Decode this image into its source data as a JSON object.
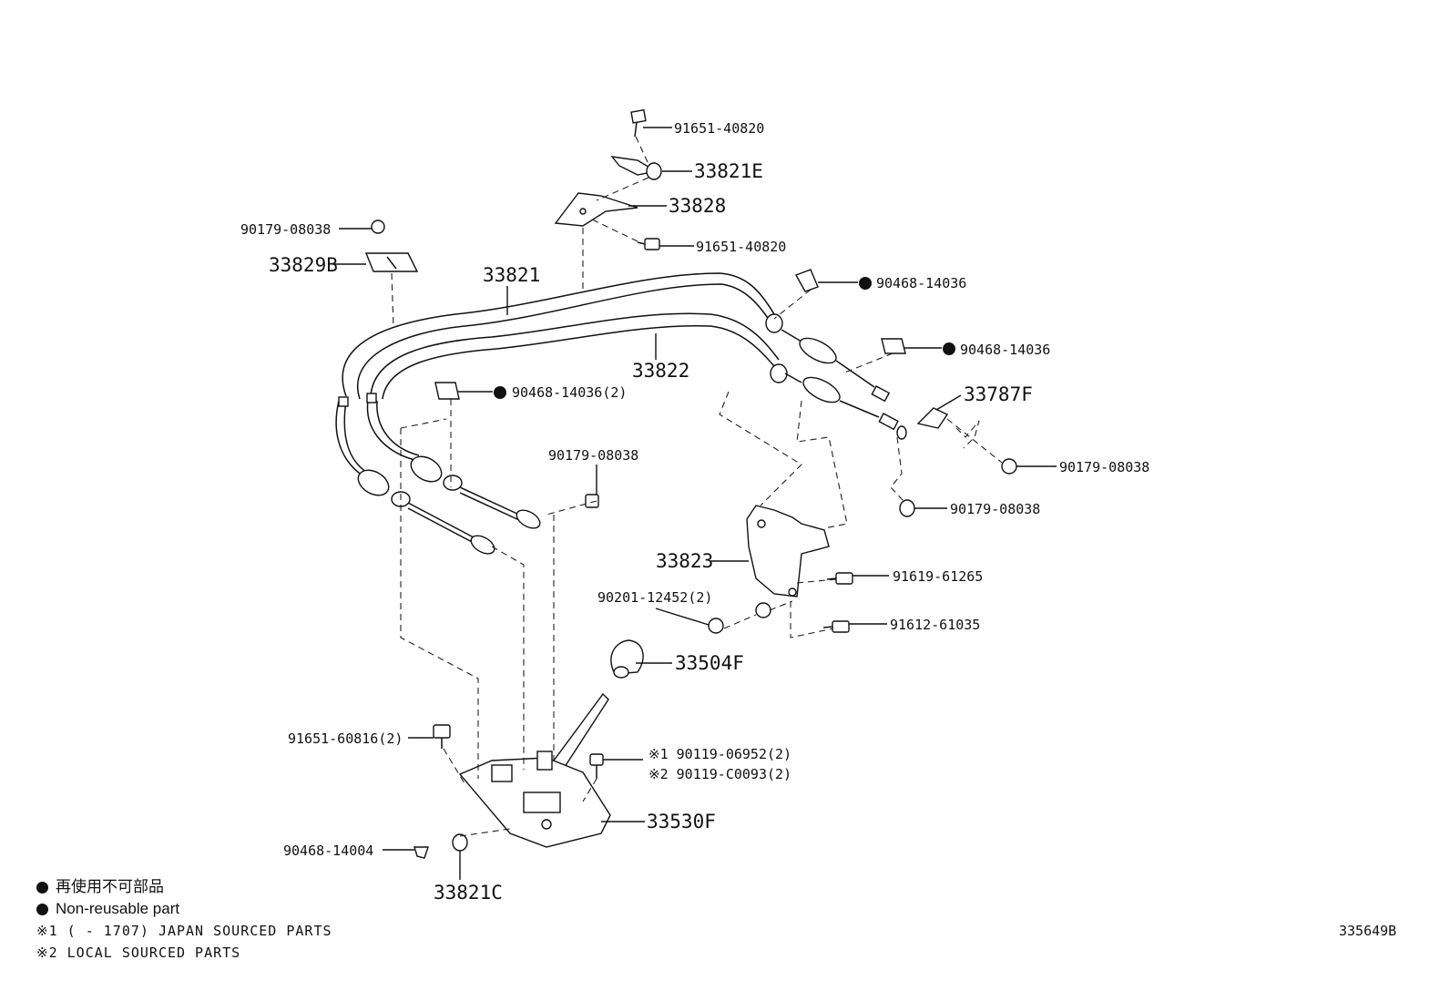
{
  "parts": {
    "p_91651_40820_top": "91651-40820",
    "p_33821E": "33821E",
    "p_33828": "33828",
    "p_91651_40820_mid": "91651-40820",
    "p_90179_08038_tl": "90179-08038",
    "p_33829B": "33829B",
    "p_33821": "33821",
    "p_90468_14036_a": "90468-14036",
    "p_90468_14036_b": "90468-14036",
    "p_33822": "33822",
    "p_33787F": "33787F",
    "p_90468_14036_2": "90468-14036(2)",
    "p_90179_08038_c": "90179-08038",
    "p_90179_08038_r1": "90179-08038",
    "p_90179_08038_r2": "90179-08038",
    "p_33823": "33823",
    "p_91619_61265": "91619-61265",
    "p_90201_12452": "90201-12452(2)",
    "p_91612_61035": "91612-61035",
    "p_33504F": "33504F",
    "p_91651_60816": "91651-60816(2)",
    "p_90119_06952": "※1 90119-06952(2)",
    "p_90119_C0093": "※2 90119-C0093(2)",
    "p_33530F": "33530F",
    "p_90468_14004": "90468-14004",
    "p_33821C": "33821C"
  },
  "legend": {
    "jp": "再使用不可部品",
    "en": "Non-reusable part",
    "note1": "※1 (      - 1707) JAPAN SOURCED PARTS",
    "note2": "※2 LOCAL SOURCED PARTS"
  },
  "diagram_code": "335649B"
}
